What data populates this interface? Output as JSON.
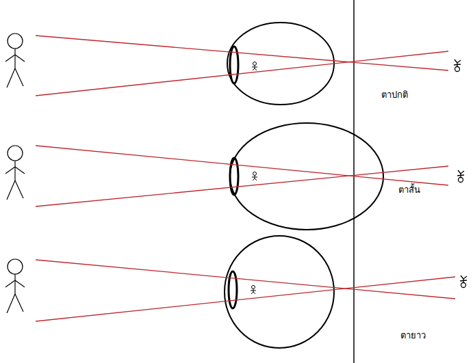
{
  "diagram": {
    "labels": [
      "ตาปกติ",
      "ตาสั้น",
      "ตายาว"
    ]
  }
}
